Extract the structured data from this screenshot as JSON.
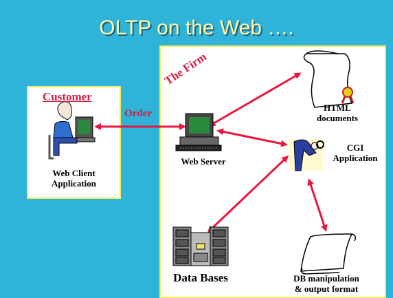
{
  "title": "OLTP on the Web ….",
  "customer": {
    "heading": "Customer",
    "caption_line1": "Web Client",
    "caption_line2": "Application"
  },
  "firm": {
    "heading": "The Firm"
  },
  "order_label": "Order",
  "nodes": {
    "web_server": "Web Server",
    "html_line1": "HTML",
    "html_line2": "documents",
    "cgi_line1": "CGI",
    "cgi_line2": "Application",
    "data_bases": "Data Bases",
    "db_line1": "DB manipulation",
    "db_line2": "& output format"
  },
  "colors": {
    "background": "#2fb3d8",
    "title": "#fff8a8",
    "panel_border": "#f2ee5a",
    "accent": "#d21d44",
    "arrow": "#e8173f"
  }
}
